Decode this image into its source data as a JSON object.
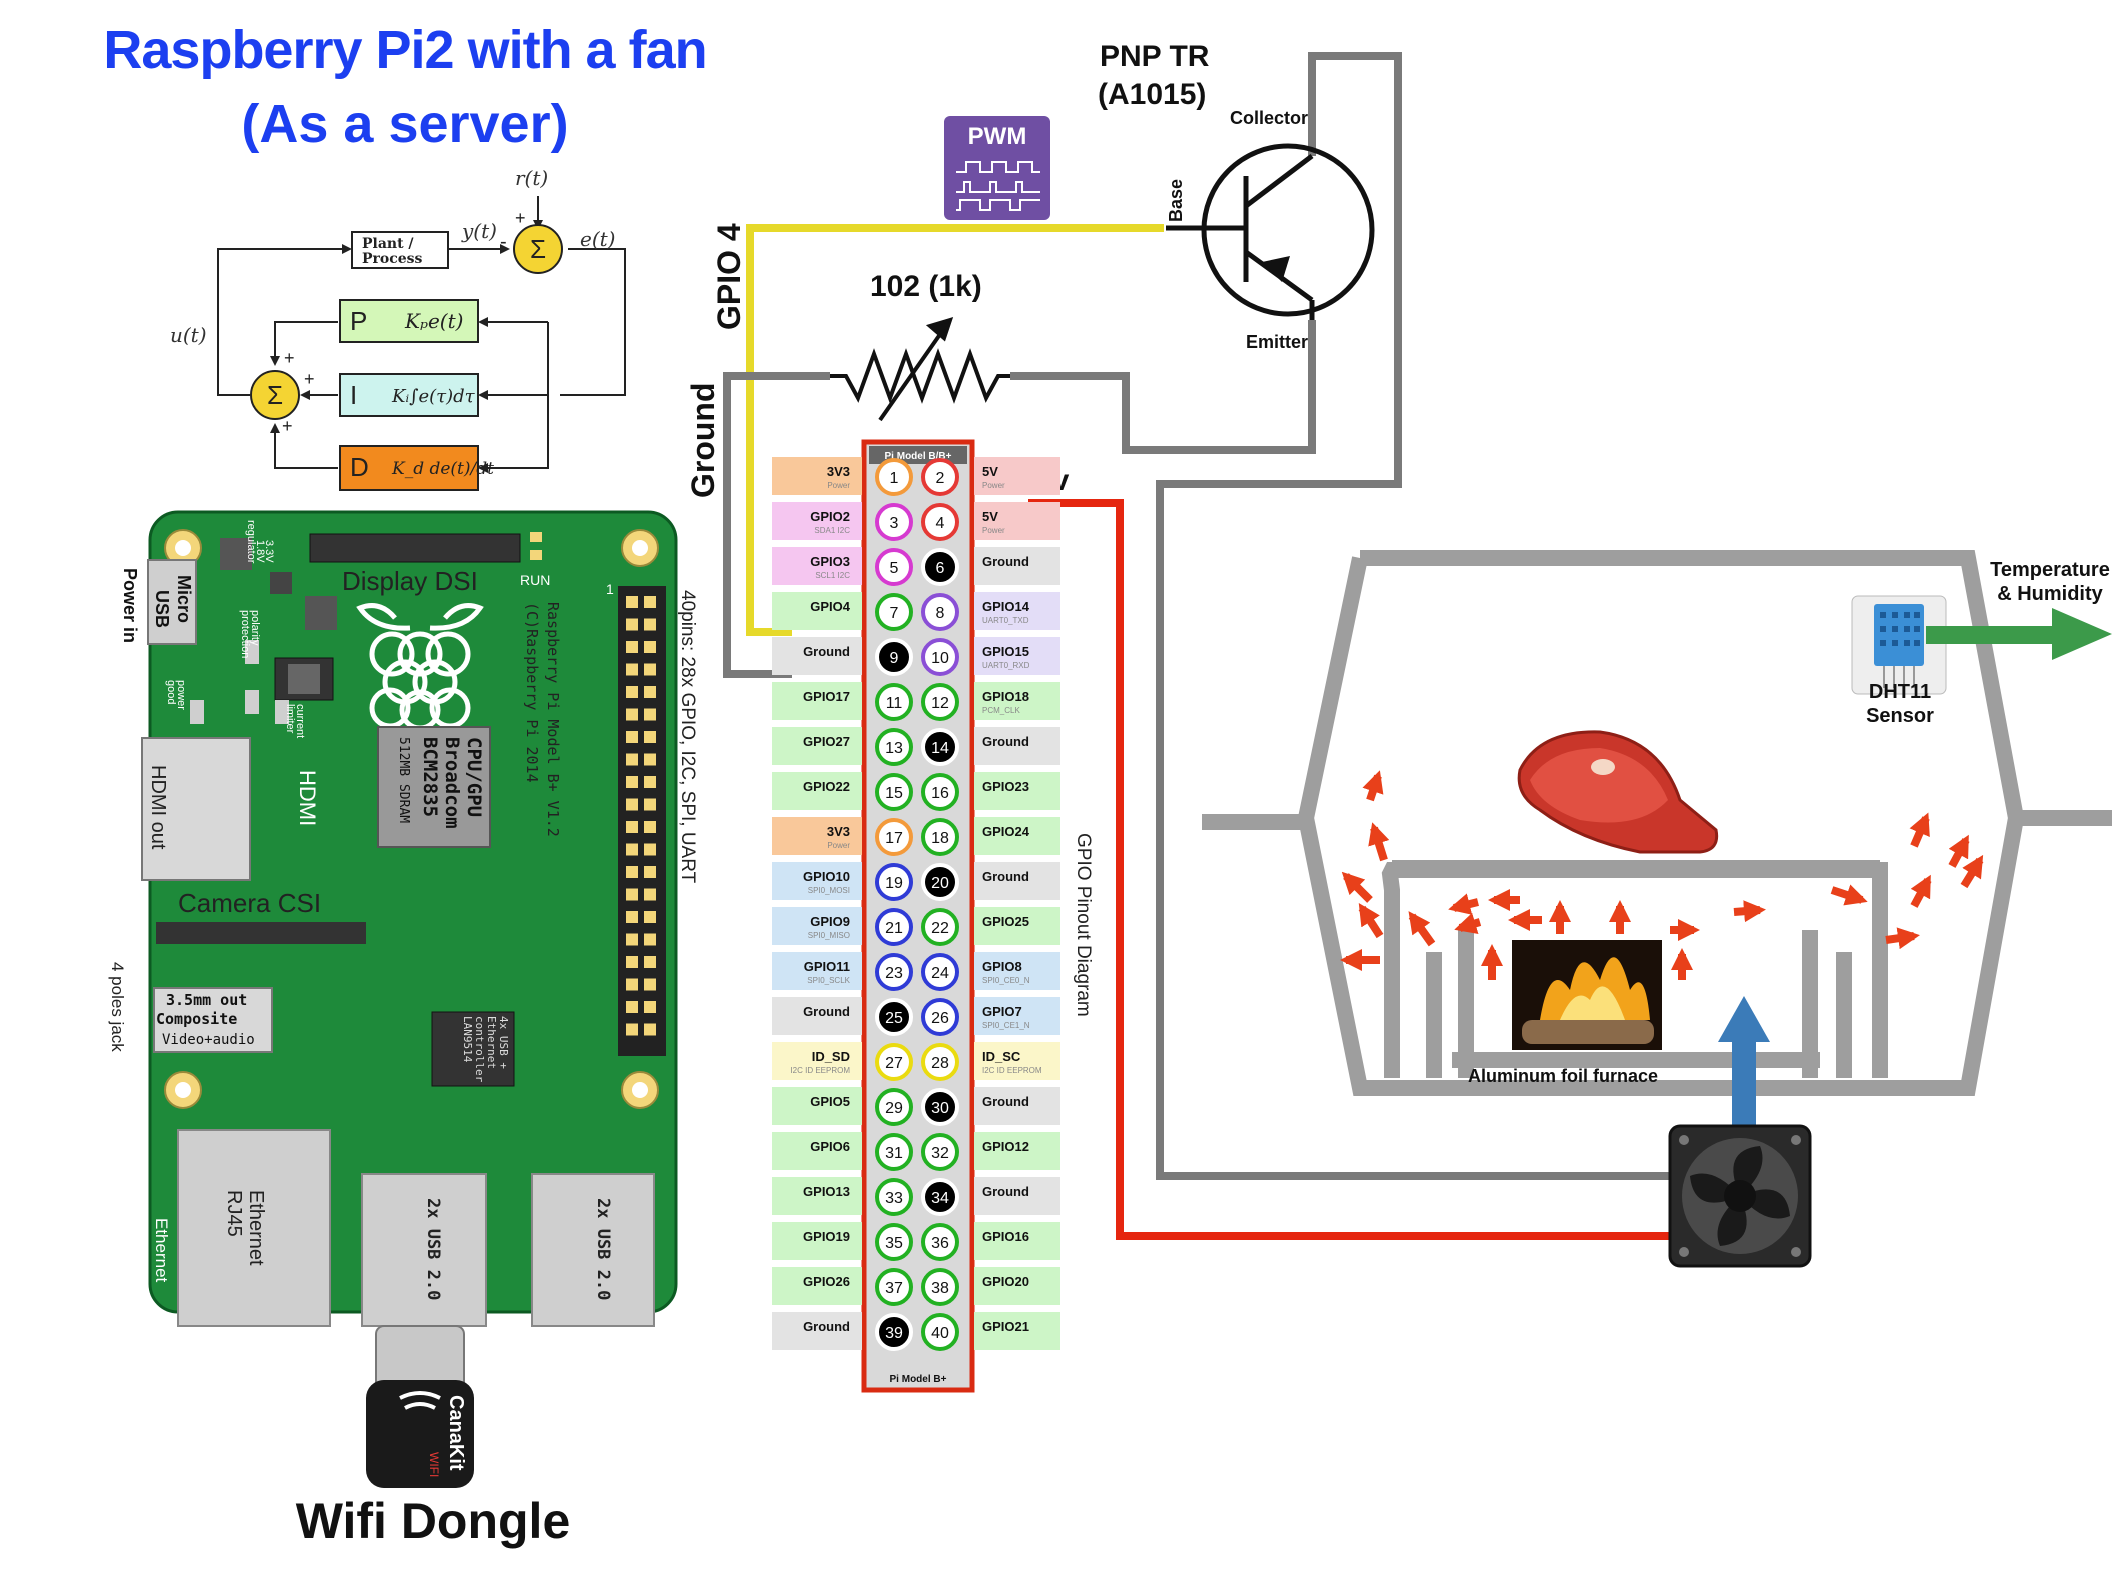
{
  "title": {
    "line1": "Raspberry Pi2 with a fan",
    "line2": "(As a server)"
  },
  "pid": {
    "r": "r(t)",
    "y": "y(t)",
    "e": "e(t)",
    "u": "u(t)",
    "plant_line1": "Plant /",
    "plant_line2": "Process",
    "sum": "Σ",
    "plus": "+",
    "minus": "-",
    "p_label": "P",
    "p_expr": "Kₚe(t)",
    "i_label": "I",
    "i_expr": "Kᵢ∫e(τ)dτ",
    "d_label": "D",
    "d_expr": "K_d de(t)/dt",
    "colors": {
      "p": "#d4f7b8",
      "i": "#cdf3ee",
      "d": "#f28a1e",
      "sum": "#f4d433"
    }
  },
  "board": {
    "display_dsi": "Display DSI",
    "run": "RUN",
    "micro_usb_1": "Micro",
    "micro_usb_2": "USB",
    "power_in": "Power in",
    "hdmi_out": "HDMI out",
    "hdmi": "HDMI",
    "model_line1": "Raspberry Pi Model B+ V1.2",
    "model_line2": "(C)Raspberry Pi 2014",
    "cpu_1": "CPU/GPU",
    "cpu_2": "Broadcom",
    "cpu_3": "BCM2835",
    "sdram": "512MB SDRAM",
    "camera_csi": "Camera CSI",
    "jack_1": "3.5mm out",
    "jack_2": "Composite",
    "jack_3": "Video+audio",
    "poles_jack": "4 poles jack",
    "lan_1": "4x USB +",
    "lan_2": "Ethernet",
    "lan_3": "controller",
    "lan_4": "LAN9514",
    "ethernet_1": "Ethernet",
    "ethernet_2": "RJ45",
    "ethernet_side": "Ethernet",
    "usb_a": "2x USB 2.0",
    "usb_b": "2x USB 2.0",
    "gpio_note": "40pins: 28x GPIO, I2C, SPI, UART",
    "pin1": "1",
    "pwr_1": "power",
    "pwr_2": "good",
    "prot_1": "polarity",
    "prot_2": "protection",
    "current_1": "current",
    "current_2": "limiter",
    "reg_1": "3.3V",
    "reg_2": "1.8V",
    "reg_3": "regulator",
    "board_color": "#1e8a3a"
  },
  "dongle": {
    "brand": "CanaKit",
    "wifi": "WIFI",
    "caption": "Wifi Dongle"
  },
  "circuit": {
    "gpio4": "GPIO 4",
    "ground": "Ground",
    "pwm": "PWM",
    "resistor": "102 (1k)",
    "transistor_1": "PNP TR",
    "transistor_2": "(A1015)",
    "collector": "Collector",
    "base": "Base",
    "emitter": "Emitter",
    "five_v": "5v"
  },
  "gpio_header": {
    "top_label": "Pi Model B/B+",
    "bottom_label": "Pi Model B+",
    "side_label": "GPIO Pinout Diagram",
    "rows": [
      {
        "l": "3V3",
        "ls": "Power",
        "lc": "#f9c89a",
        "lr": "#f39a3b",
        "r": "5V",
        "rs": "Power",
        "rc": "#f7c9c9",
        "rr": "#e53935",
        "a": "1",
        "b": "2"
      },
      {
        "l": "GPIO2",
        "ls": "SDA1 I2C",
        "lc": "#f5c6f0",
        "lr": "#d63ad0",
        "r": "5V",
        "rs": "Power",
        "rc": "#f7c9c9",
        "rr": "#e53935",
        "a": "3",
        "b": "4"
      },
      {
        "l": "GPIO3",
        "ls": "SCL1 I2C",
        "lc": "#f5c6f0",
        "lr": "#d63ad0",
        "r": "Ground",
        "rs": "",
        "rc": "#e3e3e3",
        "rr": "#000000",
        "a": "5",
        "b": "6"
      },
      {
        "l": "GPIO4",
        "ls": "",
        "lc": "#cdf5c7",
        "lr": "#22b122",
        "r": "GPIO14",
        "rs": "UART0_TXD",
        "rc": "#e3ddf7",
        "rr": "#8a4fd6",
        "a": "7",
        "b": "8"
      },
      {
        "l": "Ground",
        "ls": "",
        "lc": "#e3e3e3",
        "lr": "#000000",
        "r": "GPIO15",
        "rs": "UART0_RXD",
        "rc": "#e3ddf7",
        "rr": "#8a4fd6",
        "a": "9",
        "b": "10"
      },
      {
        "l": "GPIO17",
        "ls": "",
        "lc": "#cdf5c7",
        "lr": "#22b122",
        "r": "GPIO18",
        "rs": "PCM_CLK",
        "rc": "#cdf5c7",
        "rr": "#22b122",
        "a": "11",
        "b": "12"
      },
      {
        "l": "GPIO27",
        "ls": "",
        "lc": "#cdf5c7",
        "lr": "#22b122",
        "r": "Ground",
        "rs": "",
        "rc": "#e3e3e3",
        "rr": "#000000",
        "a": "13",
        "b": "14"
      },
      {
        "l": "GPIO22",
        "ls": "",
        "lc": "#cdf5c7",
        "lr": "#22b122",
        "r": "GPIO23",
        "rs": "",
        "rc": "#cdf5c7",
        "rr": "#22b122",
        "a": "15",
        "b": "16"
      },
      {
        "l": "3V3",
        "ls": "Power",
        "lc": "#f9c89a",
        "lr": "#f39a3b",
        "r": "GPIO24",
        "rs": "",
        "rc": "#cdf5c7",
        "rr": "#22b122",
        "a": "17",
        "b": "18"
      },
      {
        "l": "GPIO10",
        "ls": "SPI0_MOSI",
        "lc": "#cfe4f5",
        "lr": "#2f3bd6",
        "r": "Ground",
        "rs": "",
        "rc": "#e3e3e3",
        "rr": "#000000",
        "a": "19",
        "b": "20"
      },
      {
        "l": "GPIO9",
        "ls": "SPI0_MISO",
        "lc": "#cfe4f5",
        "lr": "#2f3bd6",
        "r": "GPIO25",
        "rs": "",
        "rc": "#cdf5c7",
        "rr": "#22b122",
        "a": "21",
        "b": "22"
      },
      {
        "l": "GPIO11",
        "ls": "SPI0_SCLK",
        "lc": "#cfe4f5",
        "lr": "#2f3bd6",
        "r": "GPIO8",
        "rs": "SPI0_CE0_N",
        "rc": "#cfe4f5",
        "rr": "#2f3bd6",
        "a": "23",
        "b": "24"
      },
      {
        "l": "Ground",
        "ls": "",
        "lc": "#e3e3e3",
        "lr": "#000000",
        "r": "GPIO7",
        "rs": "SPI0_CE1_N",
        "rc": "#cfe4f5",
        "rr": "#2f3bd6",
        "a": "25",
        "b": "26"
      },
      {
        "l": "ID_SD",
        "ls": "I2C ID EEPROM",
        "lc": "#fbf6c9",
        "lr": "#eadb10",
        "r": "ID_SC",
        "rs": "I2C ID EEPROM",
        "rc": "#fbf6c9",
        "rr": "#eadb10",
        "a": "27",
        "b": "28"
      },
      {
        "l": "GPIO5",
        "ls": "",
        "lc": "#cdf5c7",
        "lr": "#22b122",
        "r": "Ground",
        "rs": "",
        "rc": "#e3e3e3",
        "rr": "#000000",
        "a": "29",
        "b": "30"
      },
      {
        "l": "GPIO6",
        "ls": "",
        "lc": "#cdf5c7",
        "lr": "#22b122",
        "r": "GPIO12",
        "rs": "",
        "rc": "#cdf5c7",
        "rr": "#22b122",
        "a": "31",
        "b": "32"
      },
      {
        "l": "GPIO13",
        "ls": "",
        "lc": "#cdf5c7",
        "lr": "#22b122",
        "r": "Ground",
        "rs": "",
        "rc": "#e3e3e3",
        "rr": "#000000",
        "a": "33",
        "b": "34"
      },
      {
        "l": "GPIO19",
        "ls": "",
        "lc": "#cdf5c7",
        "lr": "#22b122",
        "r": "GPIO16",
        "rs": "",
        "rc": "#cdf5c7",
        "rr": "#22b122",
        "a": "35",
        "b": "36"
      },
      {
        "l": "GPIO26",
        "ls": "",
        "lc": "#cdf5c7",
        "lr": "#22b122",
        "r": "GPIO20",
        "rs": "",
        "rc": "#cdf5c7",
        "rr": "#22b122",
        "a": "37",
        "b": "38"
      },
      {
        "l": "Ground",
        "ls": "",
        "lc": "#e3e3e3",
        "lr": "#000000",
        "r": "GPIO21",
        "rs": "",
        "rc": "#cdf5c7",
        "rr": "#22b122",
        "a": "39",
        "b": "40"
      }
    ]
  },
  "furnace": {
    "temp_1": "Temperature",
    "temp_2": "& Humidity",
    "sensor_1": "DHT11",
    "sensor_2": "Sensor",
    "furnace_label": "Aluminum foil furnace"
  }
}
